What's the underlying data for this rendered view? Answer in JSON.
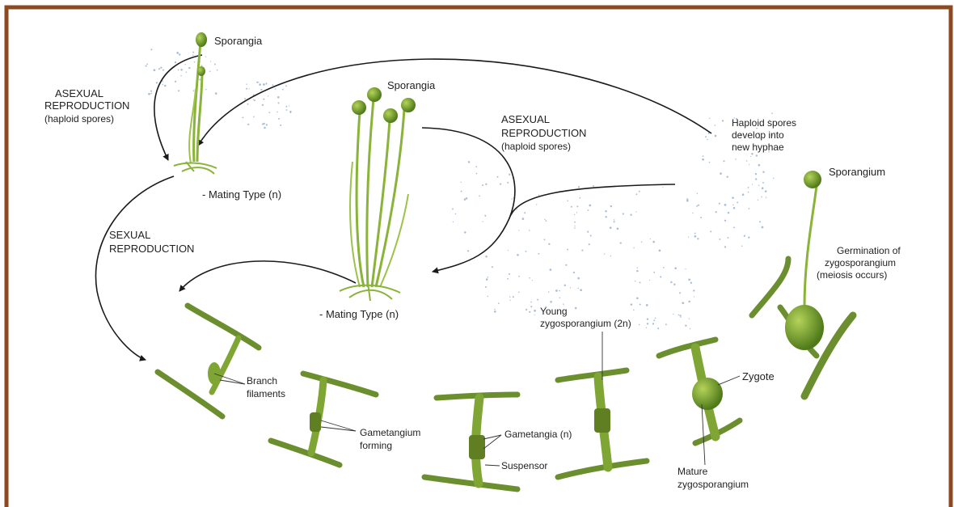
{
  "colors": {
    "border": "#8b4a1f",
    "stem": "#8ab33a",
    "stem_dark": "#5f7f22",
    "sporangium": "#6f9a2a",
    "hypha": "#6b8e2e",
    "zygote": "#5a7f1f",
    "arrow": "#1a1a1a",
    "spores": "#a9bfd6"
  },
  "labels": {
    "sporangia_left": "Sporangia",
    "asexual_left_1": "ASEXUAL",
    "asexual_left_2": "REPRODUCTION",
    "asexual_left_3": "(haploid spores)",
    "mating_minus": "- Mating Type (n)",
    "sporangia_center": "Sporangia",
    "asexual_center_1": "ASEXUAL",
    "asexual_center_2": "REPRODUCTION",
    "asexual_center_3": "(haploid spores)",
    "haploid_1": "Haploid spores",
    "haploid_2": "develop into",
    "haploid_3": "new hyphae",
    "sporangium_right": "Sporangium",
    "germination_1": "Germination of",
    "germination_2": "zygosporangium",
    "germination_3": "(meiosis occurs)",
    "sexual_1": "SEXUAL",
    "sexual_2": "REPRODUCTION",
    "mating_center": "- Mating Type (n)",
    "young_1": "Young",
    "young_2": "zygosporangium (2n)",
    "branch_1": "Branch",
    "branch_2": "filaments",
    "gametangium_1": "Gametangium",
    "gametangium_2": "forming",
    "gametangia": "Gametangia (n)",
    "suspensor": "Suspensor",
    "zygote": "Zygote",
    "mature_1": "Mature",
    "mature_2": "zygosporangium"
  }
}
